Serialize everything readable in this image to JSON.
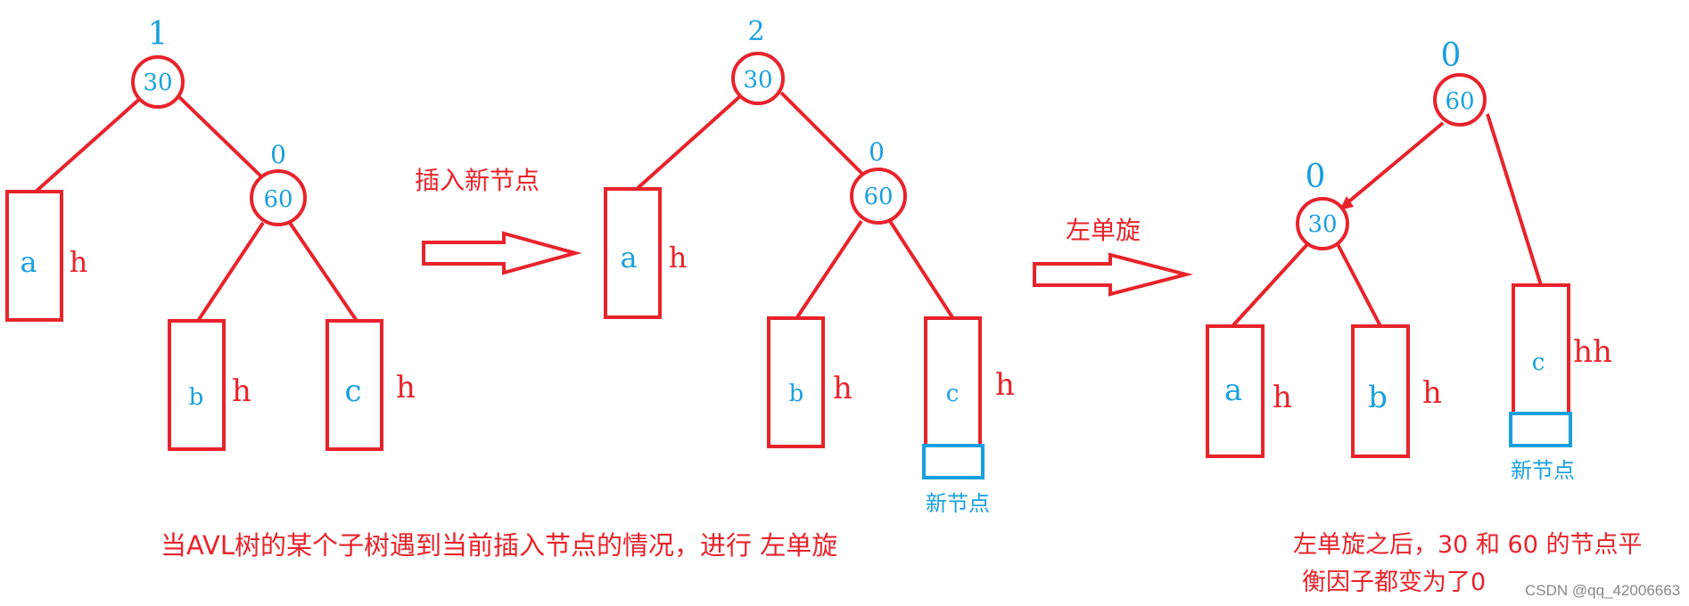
{
  "diagram1": {
    "root": {
      "value": "30",
      "bf": "1"
    },
    "child": {
      "value": "60",
      "bf": "0"
    },
    "subtrees": [
      {
        "label": "a",
        "height": "h"
      },
      {
        "label": "b",
        "height": "h"
      },
      {
        "label": "c",
        "height": "h"
      }
    ]
  },
  "arrow1_label": "插入新节点",
  "diagram2": {
    "root": {
      "value": "30",
      "bf": "2"
    },
    "child": {
      "value": "60",
      "bf": "0"
    },
    "subtrees": [
      {
        "label": "a",
        "height": "h"
      },
      {
        "label": "b",
        "height": "h"
      },
      {
        "label": "c",
        "height": "h"
      }
    ],
    "new_node_label": "新节点"
  },
  "arrow2_label": "左单旋",
  "diagram3": {
    "root": {
      "value": "60",
      "bf": "0"
    },
    "child": {
      "value": "30",
      "bf": "0"
    },
    "subtrees": [
      {
        "label": "a",
        "height": "h"
      },
      {
        "label": "b",
        "height": "h"
      },
      {
        "label": "c",
        "height": "hh"
      }
    ],
    "new_node_label": "新节点"
  },
  "caption_main": "当AVL树的某个子树遇到当前插入节点的情况，进行 左单旋",
  "caption_right_line1": "左单旋之后，30 和 60 的节点平",
  "caption_right_line2": "衡因子都变为了0",
  "watermark": "CSDN @qq_42006663",
  "colors": {
    "red": "#e8232b",
    "blue": "#1aa0e0"
  }
}
